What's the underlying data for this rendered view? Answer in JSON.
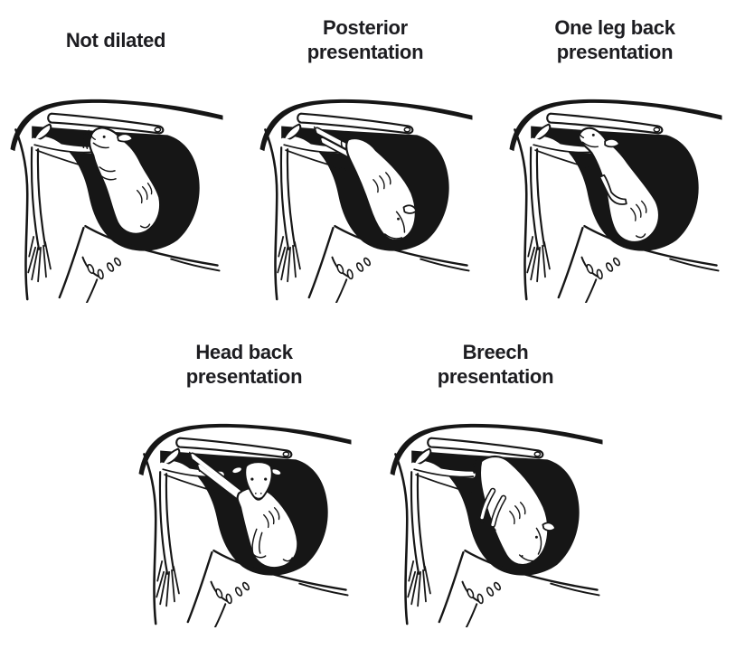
{
  "page": {
    "background_color": "#ffffff",
    "ink_color": "#161616",
    "title_color": "#1d1d21",
    "description": "Five line-art panels of calving presentations in a cow uterus"
  },
  "figures": [
    {
      "id": "not-dilated",
      "title": "Not dilated"
    },
    {
      "id": "posterior",
      "title": "Posterior presentation"
    },
    {
      "id": "one-leg-back",
      "title": "One leg back presentation"
    },
    {
      "id": "head-back",
      "title": "Head back presentation"
    },
    {
      "id": "breech",
      "title": "Breech presentation"
    }
  ]
}
